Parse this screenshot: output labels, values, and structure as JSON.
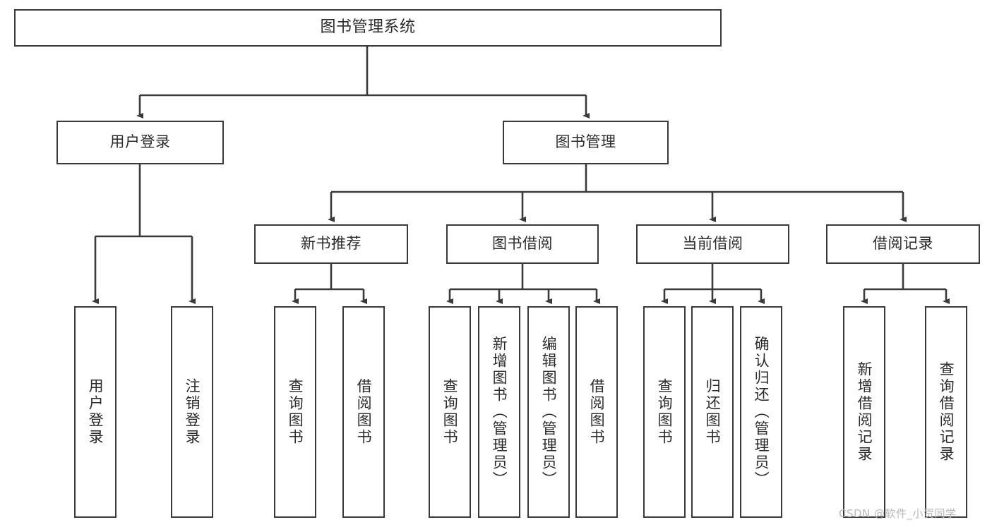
{
  "diagram": {
    "type": "tree-hierarchy",
    "title": "图书管理系统",
    "background_color": "#ffffff",
    "stroke_color": "#3a3a3a",
    "text_color": "#2b2b2b",
    "root": {
      "label": "图书管理系统"
    },
    "level1": [
      {
        "label": "用户登录"
      },
      {
        "label": "图书管理"
      }
    ],
    "level2": [
      {
        "label": "新书推荐"
      },
      {
        "label": "图书借阅"
      },
      {
        "label": "当前借阅"
      },
      {
        "label": "借阅记录"
      }
    ],
    "leaves": {
      "user_login": [
        {
          "label": "用户登录"
        },
        {
          "label": "注销登录"
        }
      ],
      "new_book_recommend": [
        {
          "label": "查询图书"
        },
        {
          "label": "借阅图书"
        }
      ],
      "book_borrow": [
        {
          "label": "查询图书"
        },
        {
          "label": "新增图书（管理员）"
        },
        {
          "label": "编辑图书（管理员）"
        },
        {
          "label": "借阅图书"
        }
      ],
      "current_borrow": [
        {
          "label": "查询图书"
        },
        {
          "label": "归还图书"
        },
        {
          "label": "确认归还（管理员）"
        }
      ],
      "borrow_record": [
        {
          "label": "新增借阅记录"
        },
        {
          "label": "查询借阅记录"
        }
      ]
    }
  },
  "watermark": {
    "text": "CSDN @软件_小贺同学",
    "color": "#b9b9b9"
  }
}
